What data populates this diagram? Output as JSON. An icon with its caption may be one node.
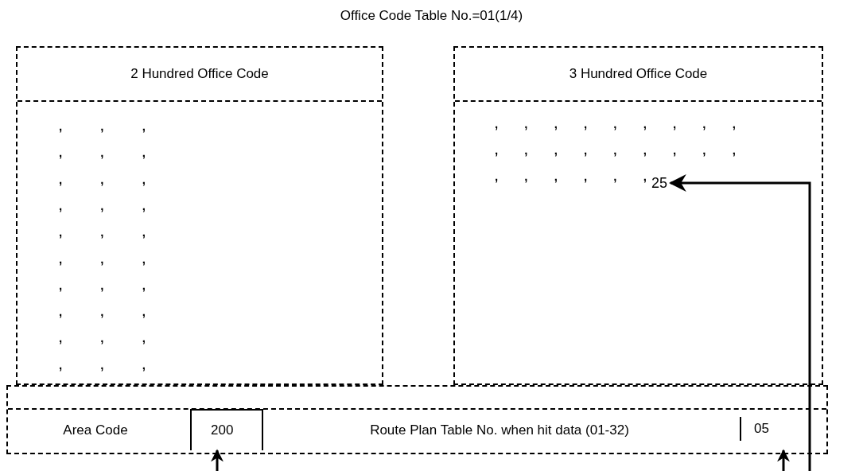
{
  "diagram": {
    "title": "Office Code Table No.=01(1/4)",
    "nodes": [
      {
        "text": [
          "2 Hundred Office Code"
        ]
      },
      {
        "text": [
          "3 Hundred Office Code"
        ]
      },
      {
        "text": [
          "25"
        ],
        "in": 1
      },
      {
        "text": [
          "Area Code",
          "Route Plan Table No. when hit data (01-32)"
        ]
      },
      {
        "text": [
          "200"
        ],
        "in": 3
      },
      {
        "text": [
          "05"
        ],
        "in": 3
      }
    ],
    "edges": [
      {
        "from": null,
        "to": 2,
        "arrow": "to"
      },
      {
        "from": null,
        "to": 4,
        "arrow": "to"
      },
      {
        "from": null,
        "to": 5,
        "arrow": "to"
      }
    ],
    "labels": [
      ", , ,",
      ", , ,",
      ", , ,",
      ", , ,",
      ", , ,",
      ", , ,",
      ", , ,",
      ", , ,",
      ", , ,",
      ", , ,",
      ", , , , , , , , ,",
      ", , , , , , , , ,",
      ", , , , , ,"
    ]
  }
}
